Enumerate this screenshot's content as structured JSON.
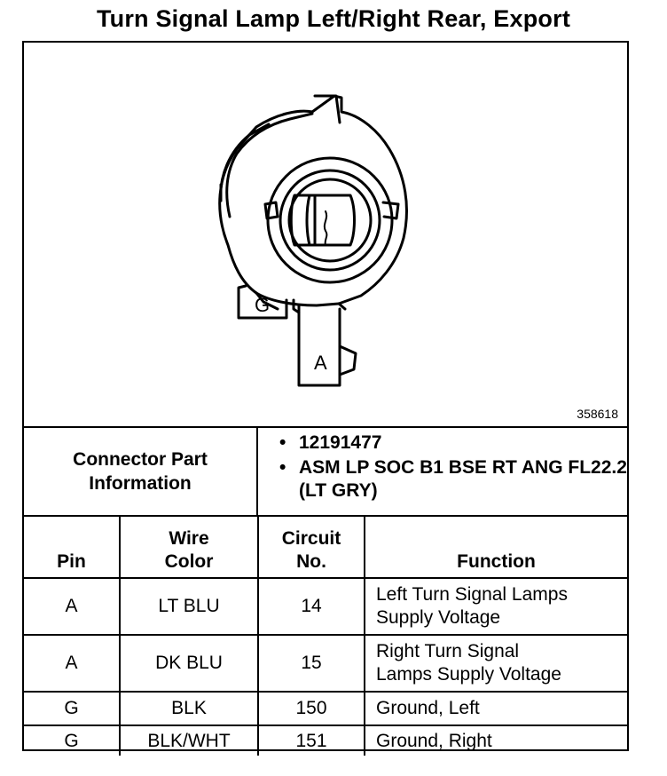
{
  "title": "Turn Signal Lamp Left/Right Rear, Export",
  "figure": {
    "id": "358618",
    "terminal_labels": [
      "G",
      "A"
    ]
  },
  "connector": {
    "label_line1": "Connector Part",
    "label_line2": "Information",
    "items": [
      "12191477",
      "ASM LP SOC B1 BSE RT ANG FL22.2 (LT GRY)"
    ]
  },
  "table": {
    "headers": {
      "pin": "Pin",
      "wire_color_line1": "Wire",
      "wire_color_line2": "Color",
      "circuit_line1": "Circuit",
      "circuit_line2": "No.",
      "function": "Function"
    },
    "rows": [
      {
        "pin": "A",
        "wire": "LT BLU",
        "circuit": "14",
        "fn_line1": "Left Turn Signal Lamps",
        "fn_line2": "Supply Voltage"
      },
      {
        "pin": "A",
        "wire": "DK BLU",
        "circuit": "15",
        "fn_line1": "Right Turn Signal",
        "fn_line2": "Lamps Supply Voltage"
      },
      {
        "pin": "G",
        "wire": "BLK",
        "circuit": "150",
        "fn_line1": "Ground, Left",
        "fn_line2": ""
      },
      {
        "pin": "G",
        "wire": "BLK/WHT",
        "circuit": "151",
        "fn_line1": "Ground, Right",
        "fn_line2": ""
      }
    ]
  }
}
